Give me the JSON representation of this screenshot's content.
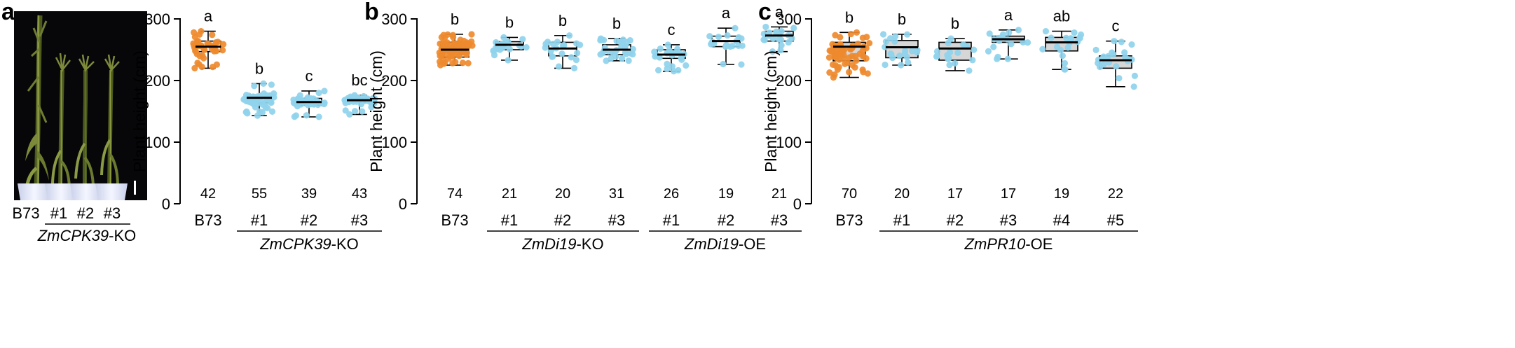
{
  "photo": {
    "labels": [
      "B73",
      "#1",
      "#2",
      "#3"
    ],
    "group_label_italic": "ZmCPK39",
    "group_label_suffix": "-KO"
  },
  "chart_data": [
    {
      "type": "box",
      "panel": "a",
      "ylabel": "Plant height (cm)",
      "ylim": [
        0,
        300
      ],
      "yticks": [
        0,
        100,
        200,
        300
      ],
      "categories": [
        "B73",
        "#1",
        "#2",
        "#3"
      ],
      "colors": [
        "#ee8a2e",
        "#8fd3ec",
        "#8fd3ec",
        "#8fd3ec"
      ],
      "box_fill": "#ffffff",
      "letters": [
        "a",
        "b",
        "c",
        "bc"
      ],
      "n": [
        "42",
        "55",
        "39",
        "43"
      ],
      "stats": [
        {
          "min": 220,
          "q1": 247,
          "median": 255,
          "q3": 264,
          "max": 280
        },
        {
          "min": 143,
          "q1": 164,
          "median": 172,
          "q3": 177,
          "max": 195
        },
        {
          "min": 141,
          "q1": 160,
          "median": 165,
          "q3": 171,
          "max": 183
        },
        {
          "min": 145,
          "q1": 165,
          "median": 168,
          "q3": 172,
          "max": 176
        }
      ],
      "groups": [
        {
          "label_italic": "ZmCPK39",
          "label_suffix": "-KO",
          "categories": [
            "#1",
            "#2",
            "#3"
          ]
        }
      ]
    },
    {
      "type": "box",
      "panel": "b",
      "ylabel": "Plant height (cm)",
      "ylim": [
        0,
        300
      ],
      "yticks": [
        0,
        100,
        200,
        300
      ],
      "categories": [
        "B73",
        "#1",
        "#2",
        "#3",
        "#1",
        "#2",
        "#3"
      ],
      "colors": [
        "#ee8a2e",
        "#8fd3ec",
        "#8fd3ec",
        "#8fd3ec",
        "#8fd3ec",
        "#8fd3ec",
        "#8fd3ec"
      ],
      "box_fill": "#ffffff",
      "letters": [
        "b",
        "b",
        "b",
        "b",
        "c",
        "a",
        "a"
      ],
      "n": [
        "74",
        "21",
        "20",
        "31",
        "26",
        "19",
        "21"
      ],
      "stats": [
        {
          "min": 225,
          "q1": 238,
          "median": 250,
          "q3": 262,
          "max": 275
        },
        {
          "min": 233,
          "q1": 250,
          "median": 258,
          "q3": 263,
          "max": 270
        },
        {
          "min": 220,
          "q1": 240,
          "median": 252,
          "q3": 262,
          "max": 273
        },
        {
          "min": 232,
          "q1": 242,
          "median": 250,
          "q3": 258,
          "max": 268
        },
        {
          "min": 215,
          "q1": 236,
          "median": 242,
          "q3": 250,
          "max": 258
        },
        {
          "min": 226,
          "q1": 255,
          "median": 264,
          "q3": 272,
          "max": 285
        },
        {
          "min": 247,
          "q1": 264,
          "median": 273,
          "q3": 280,
          "max": 287
        }
      ],
      "groups": [
        {
          "label_italic": "ZmDi19",
          "label_suffix": "-KO",
          "categories": [
            "#1",
            "#2",
            "#3"
          ]
        },
        {
          "label_italic": "ZmDi19",
          "label_suffix": "-OE",
          "categories": [
            "#1",
            "#2",
            "#3"
          ]
        }
      ]
    },
    {
      "type": "box",
      "panel": "c",
      "ylabel": "Plant height (cm)",
      "ylim": [
        0,
        300
      ],
      "yticks": [
        0,
        100,
        200,
        300
      ],
      "categories": [
        "B73",
        "#1",
        "#2",
        "#3",
        "#4",
        "#5"
      ],
      "colors": [
        "#ee8a2e",
        "#8fd3ec",
        "#8fd3ec",
        "#8fd3ec",
        "#8fd3ec",
        "#8fd3ec"
      ],
      "box_fill": "#d6d6d6",
      "letters": [
        "b",
        "b",
        "b",
        "a",
        "ab",
        "c"
      ],
      "n": [
        "70",
        "20",
        "17",
        "17",
        "19",
        "22"
      ],
      "stats": [
        {
          "min": 205,
          "q1": 232,
          "median": 255,
          "q3": 262,
          "max": 278
        },
        {
          "min": 225,
          "q1": 237,
          "median": 254,
          "q3": 265,
          "max": 275
        },
        {
          "min": 216,
          "q1": 233,
          "median": 252,
          "q3": 262,
          "max": 268
        },
        {
          "min": 235,
          "q1": 262,
          "median": 267,
          "q3": 272,
          "max": 282
        },
        {
          "min": 218,
          "q1": 248,
          "median": 262,
          "q3": 270,
          "max": 280
        },
        {
          "min": 190,
          "q1": 220,
          "median": 233,
          "q3": 240,
          "max": 264
        }
      ],
      "groups": [
        {
          "label_italic": "ZmPR10",
          "label_suffix": "-OE",
          "categories": [
            "#1",
            "#2",
            "#3",
            "#4",
            "#5"
          ]
        }
      ]
    }
  ]
}
